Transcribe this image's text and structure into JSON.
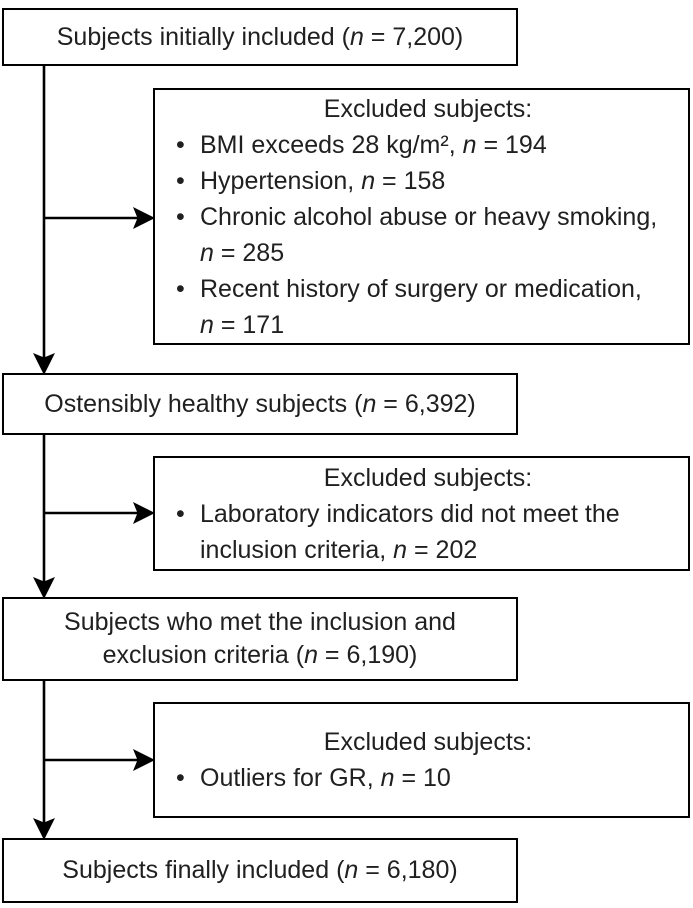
{
  "glyphs": {
    "bullet": "•"
  },
  "colors": {
    "line": "#000000",
    "text": "#202020",
    "background": "#ffffff"
  },
  "flow": {
    "main_boxes": [
      {
        "pre": "Subjects initially included (",
        "var": "n",
        "post": " = 7,200)"
      },
      {
        "pre": "Ostensibly healthy subjects (",
        "var": "n",
        "post": " = 6,392)"
      },
      {
        "pre": "Subjects who met the inclusion and\nexclusion criteria (",
        "var": "n",
        "post": " = 6,190)"
      },
      {
        "pre": "Subjects finally included (",
        "var": "n",
        "post": " = 6,180)"
      }
    ],
    "exclusion_boxes": [
      {
        "title": "Excluded subjects:",
        "items": [
          {
            "pre": "BMI exceeds 28 kg/m², ",
            "var": "n",
            "post": " = 194"
          },
          {
            "pre": "Hypertension, ",
            "var": "n",
            "post": " = 158"
          },
          {
            "pre": "Chronic alcohol abuse or heavy smoking,\n",
            "var": "n",
            "post": " = 285"
          },
          {
            "pre": "Recent history of surgery or medication,\n",
            "var": "n",
            "post": " = 171"
          }
        ]
      },
      {
        "title": "Excluded subjects:",
        "items": [
          {
            "pre": "Laboratory indicators did not meet the\ninclusion criteria, ",
            "var": "n",
            "post": " = 202"
          }
        ]
      },
      {
        "title": "Excluded subjects:",
        "items": [
          {
            "pre": "Outliers for GR, ",
            "var": "n",
            "post": " = 10"
          }
        ]
      }
    ]
  }
}
